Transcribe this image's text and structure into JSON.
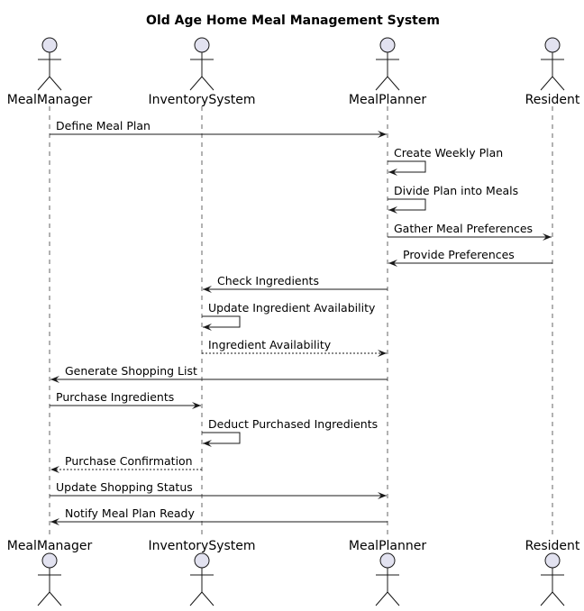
{
  "title": "Old Age Home Meal Management System",
  "participants": [
    {
      "id": "MealManager",
      "label": "MealManager"
    },
    {
      "id": "InventorySystem",
      "label": "InventorySystem"
    },
    {
      "id": "MealPlanner",
      "label": "MealPlanner"
    },
    {
      "id": "Resident",
      "label": "Resident"
    }
  ],
  "messages": [
    {
      "from": "MealManager",
      "to": "MealPlanner",
      "label": "Define Meal Plan",
      "style": "solid"
    },
    {
      "from": "MealPlanner",
      "to": "MealPlanner",
      "label": "Create Weekly Plan",
      "style": "solid"
    },
    {
      "from": "MealPlanner",
      "to": "MealPlanner",
      "label": "Divide Plan into Meals",
      "style": "solid"
    },
    {
      "from": "MealPlanner",
      "to": "Resident",
      "label": "Gather Meal Preferences",
      "style": "solid"
    },
    {
      "from": "Resident",
      "to": "MealPlanner",
      "label": "Provide Preferences",
      "style": "solid"
    },
    {
      "from": "MealPlanner",
      "to": "InventorySystem",
      "label": "Check Ingredients",
      "style": "solid"
    },
    {
      "from": "InventorySystem",
      "to": "InventorySystem",
      "label": "Update Ingredient Availability",
      "style": "solid"
    },
    {
      "from": "InventorySystem",
      "to": "MealPlanner",
      "label": "Ingredient Availability",
      "style": "dashed"
    },
    {
      "from": "MealPlanner",
      "to": "MealManager",
      "label": "Generate Shopping List",
      "style": "solid"
    },
    {
      "from": "MealManager",
      "to": "InventorySystem",
      "label": "Purchase Ingredients",
      "style": "solid"
    },
    {
      "from": "InventorySystem",
      "to": "InventorySystem",
      "label": "Deduct Purchased Ingredients",
      "style": "solid"
    },
    {
      "from": "InventorySystem",
      "to": "MealManager",
      "label": "Purchase Confirmation",
      "style": "dashed"
    },
    {
      "from": "MealManager",
      "to": "MealPlanner",
      "label": "Update Shopping Status",
      "style": "solid"
    },
    {
      "from": "MealPlanner",
      "to": "MealManager",
      "label": "Notify Meal Plan Ready",
      "style": "solid"
    }
  ]
}
